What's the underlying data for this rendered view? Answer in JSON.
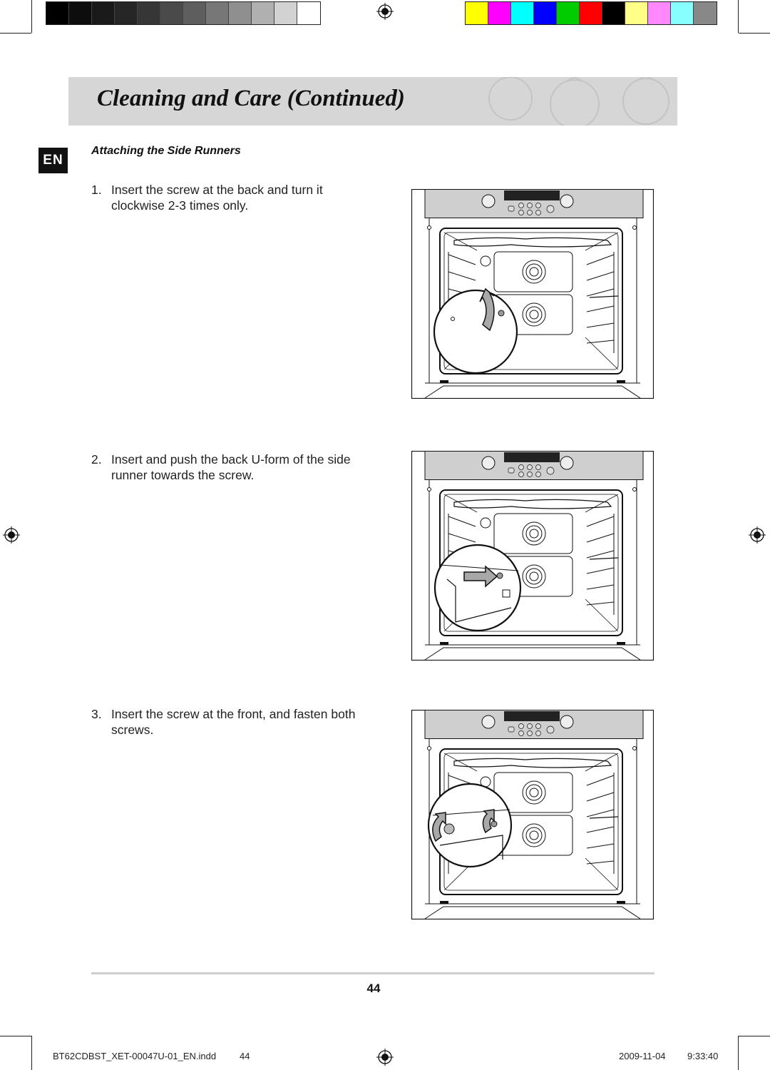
{
  "header": {
    "title": "Cleaning and Care (Continued)"
  },
  "language_badge": "EN",
  "section": {
    "title": "Attaching the Side Runners"
  },
  "steps": [
    {
      "number": "1.",
      "text": "Insert the screw at the back and turn it clockwise 2-3 times only."
    },
    {
      "number": "2.",
      "text": "Insert and push the back U-form of the side runner towards the screw."
    },
    {
      "number": "3.",
      "text": "Insert the screw at the front, and fasten both screws."
    }
  ],
  "page_number": "44",
  "footer": {
    "file": "BT62CDBST_XET-00047U-01_EN.indd",
    "file_page": "44",
    "date": "2009-11-04",
    "time": "9:33:40"
  },
  "print_marks": {
    "gray_swatches": [
      "#000000",
      "#0d0d0d",
      "#1a1a1a",
      "#262626",
      "#363636",
      "#4a4a4a",
      "#5e5e5e",
      "#777777",
      "#8f8f8f",
      "#b0b0b0",
      "#d2d2d2",
      "#ffffff"
    ],
    "color_swatches": [
      "#ffff00",
      "#ff00ff",
      "#00ffff",
      "#0000ff",
      "#00cc00",
      "#ff0000",
      "#000000",
      "#ffff88",
      "#ff88ff",
      "#88ffff",
      "#888888"
    ]
  },
  "figures": [
    {
      "name": "step1-figure",
      "callout": "screw-rotate"
    },
    {
      "name": "step2-figure",
      "callout": "push-arrow"
    },
    {
      "name": "step3-figure",
      "callout": "fasten-both"
    }
  ]
}
